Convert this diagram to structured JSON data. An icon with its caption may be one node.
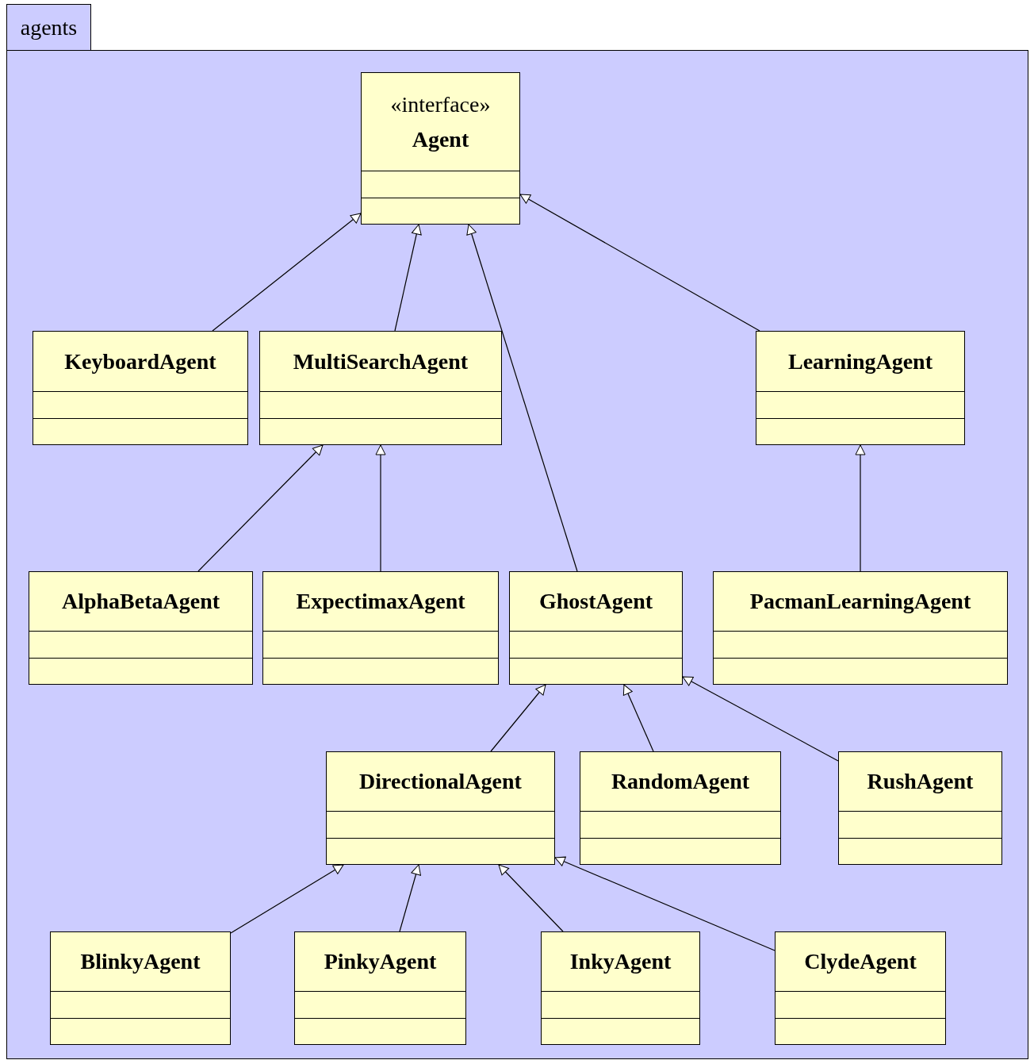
{
  "diagram": {
    "nodes": [
      {
        "text": [
          "agents"
        ]
      },
      {
        "text": [
          "«interface»",
          "Agent"
        ],
        "in": 0
      },
      {
        "text": [
          "KeyboardAgent"
        ],
        "in": 0
      },
      {
        "text": [
          "MultiSearchAgent"
        ],
        "in": 0
      },
      {
        "text": [
          "LearningAgent"
        ],
        "in": 0
      },
      {
        "text": [
          "AlphaBetaAgent"
        ],
        "in": 0
      },
      {
        "text": [
          "ExpectimaxAgent"
        ],
        "in": 0
      },
      {
        "text": [
          "GhostAgent"
        ],
        "in": 0
      },
      {
        "text": [
          "PacmanLearningAgent"
        ],
        "in": 0
      },
      {
        "text": [
          "DirectionalAgent"
        ],
        "in": 0
      },
      {
        "text": [
          "RandomAgent"
        ],
        "in": 0
      },
      {
        "text": [
          "RushAgent"
        ],
        "in": 0
      },
      {
        "text": [
          "BlinkyAgent"
        ],
        "in": 0
      },
      {
        "text": [
          "PinkyAgent"
        ],
        "in": 0
      },
      {
        "text": [
          "InkyAgent"
        ],
        "in": 0
      },
      {
        "text": [
          "ClydeAgent"
        ],
        "in": 0
      }
    ],
    "edges": [
      {
        "from": 2,
        "to": 1,
        "arrow": "to"
      },
      {
        "from": 3,
        "to": 1,
        "arrow": "to"
      },
      {
        "from": 7,
        "to": 1,
        "arrow": "to"
      },
      {
        "from": 4,
        "to": 1,
        "arrow": "to"
      },
      {
        "from": 5,
        "to": 3,
        "arrow": "to"
      },
      {
        "from": 6,
        "to": 3,
        "arrow": "to"
      },
      {
        "from": 8,
        "to": 4,
        "arrow": "to"
      },
      {
        "from": 9,
        "to": 7,
        "arrow": "to"
      },
      {
        "from": 10,
        "to": 7,
        "arrow": "to"
      },
      {
        "from": 11,
        "to": 7,
        "arrow": "to"
      },
      {
        "from": 12,
        "to": 9,
        "arrow": "to"
      },
      {
        "from": 13,
        "to": 9,
        "arrow": "to"
      },
      {
        "from": 14,
        "to": 9,
        "arrow": "to"
      },
      {
        "from": 15,
        "to": 9,
        "arrow": "to"
      }
    ]
  }
}
